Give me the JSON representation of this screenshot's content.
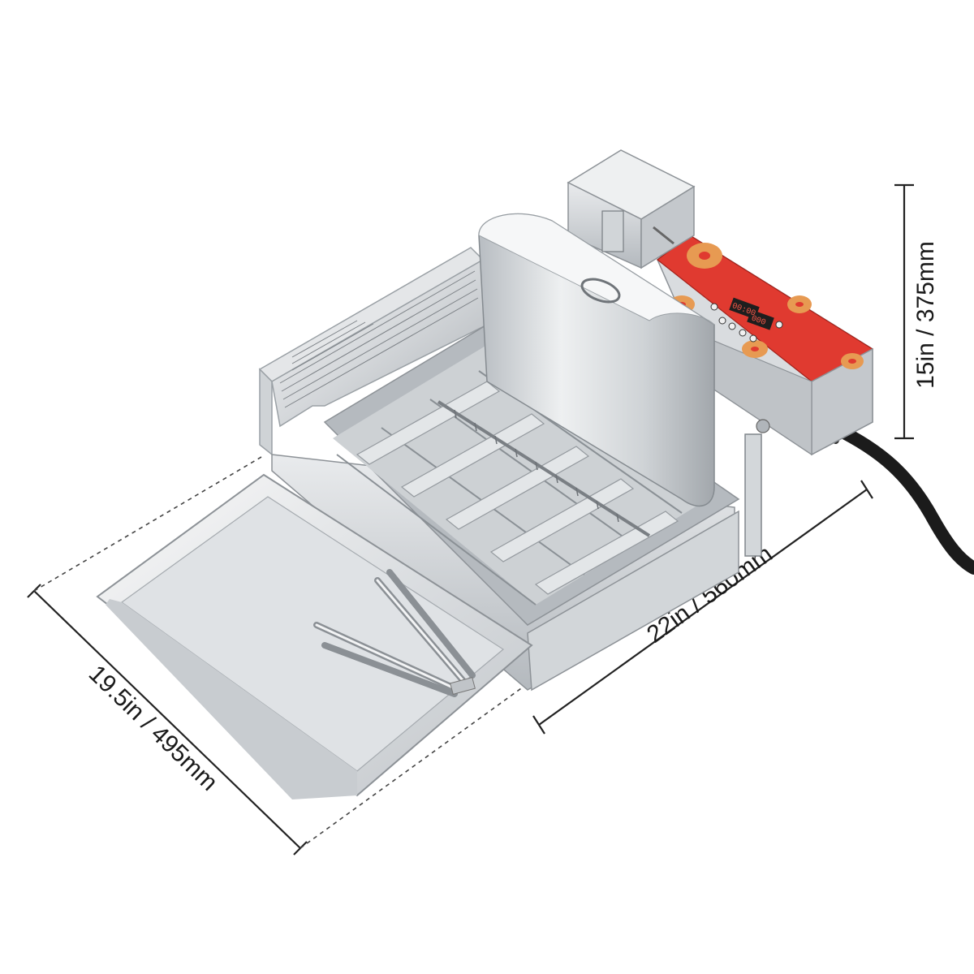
{
  "product": {
    "dimensions": {
      "height_label": "15in / 375mm",
      "width_label": "22in / 560mm",
      "depth_label": "19.5in / 495mm"
    },
    "control_panel": {
      "display_left": "00:00",
      "display_right": "000"
    }
  },
  "colors": {
    "steel_light": "#eceef0",
    "steel_mid": "#c7cbcf",
    "steel_dark": "#8d9297",
    "panel_red": "#e0342b",
    "donut": "#e79a52",
    "cord": "#1b1b1b"
  }
}
